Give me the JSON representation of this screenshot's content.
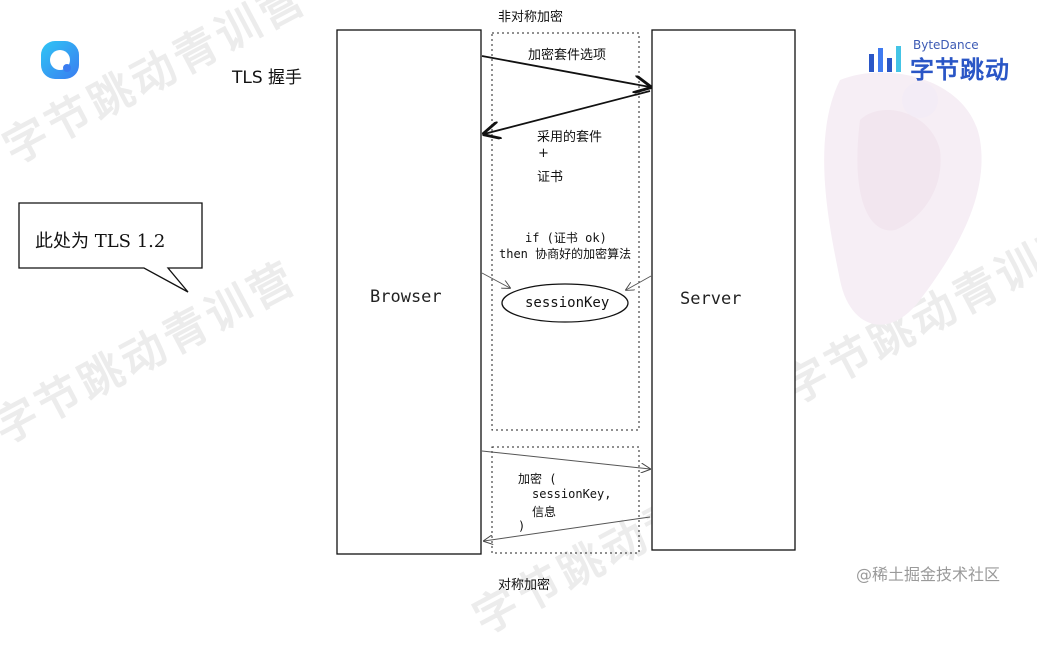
{
  "diagram": {
    "title_top": "非对称加密",
    "title_bottom": "对称加密",
    "handshake_title": "TLS  握手",
    "browser_label": "Browser",
    "server_label": "Server",
    "messages": {
      "cipher_options": "加密套件选项",
      "chosen_suite_line1": "采用的套件",
      "chosen_suite_line2": "+",
      "chosen_suite_line3": "证书",
      "if_line1": "if (证书 ok)",
      "if_line2": "then 协商好的加密算法",
      "session_key": "sessionKey",
      "encrypt_line1": "加密 (",
      "encrypt_line2": "sessionKey,",
      "encrypt_line3": "信息",
      "encrypt_line4": ")"
    },
    "callout": "此处为 TLS 1.2"
  },
  "branding": {
    "brand_en": "ByteDance",
    "brand_cn": "字节跳动",
    "footer_watermark": "@稀土掘金技术社区",
    "background_watermark": "字节跳动青训营",
    "brand_color": "#2a56c6"
  }
}
